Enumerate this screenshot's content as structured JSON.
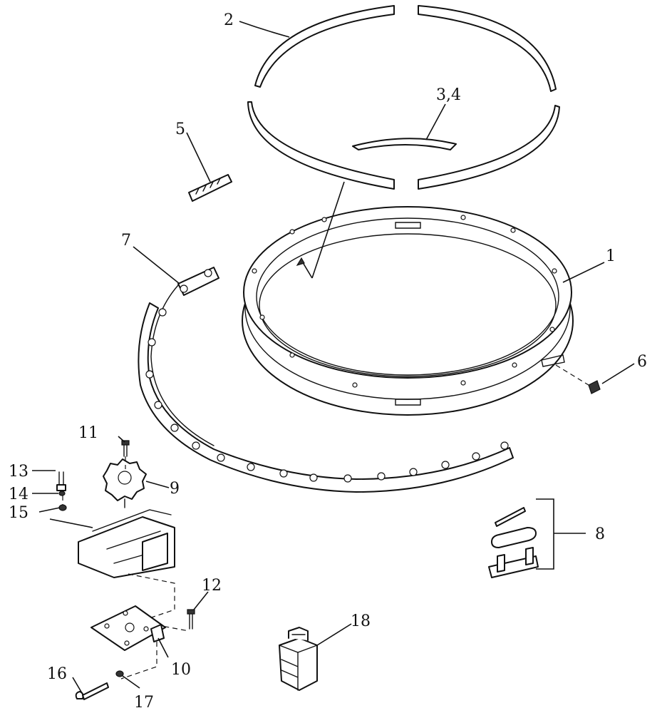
{
  "callouts": [
    "1",
    "2",
    "3,4",
    "5",
    "6",
    "7",
    "8",
    "9",
    "10",
    "11",
    "12",
    "13",
    "14",
    "15",
    "16",
    "17",
    "18"
  ],
  "colors": {
    "line": "#111111",
    "background": "#ffffff"
  }
}
